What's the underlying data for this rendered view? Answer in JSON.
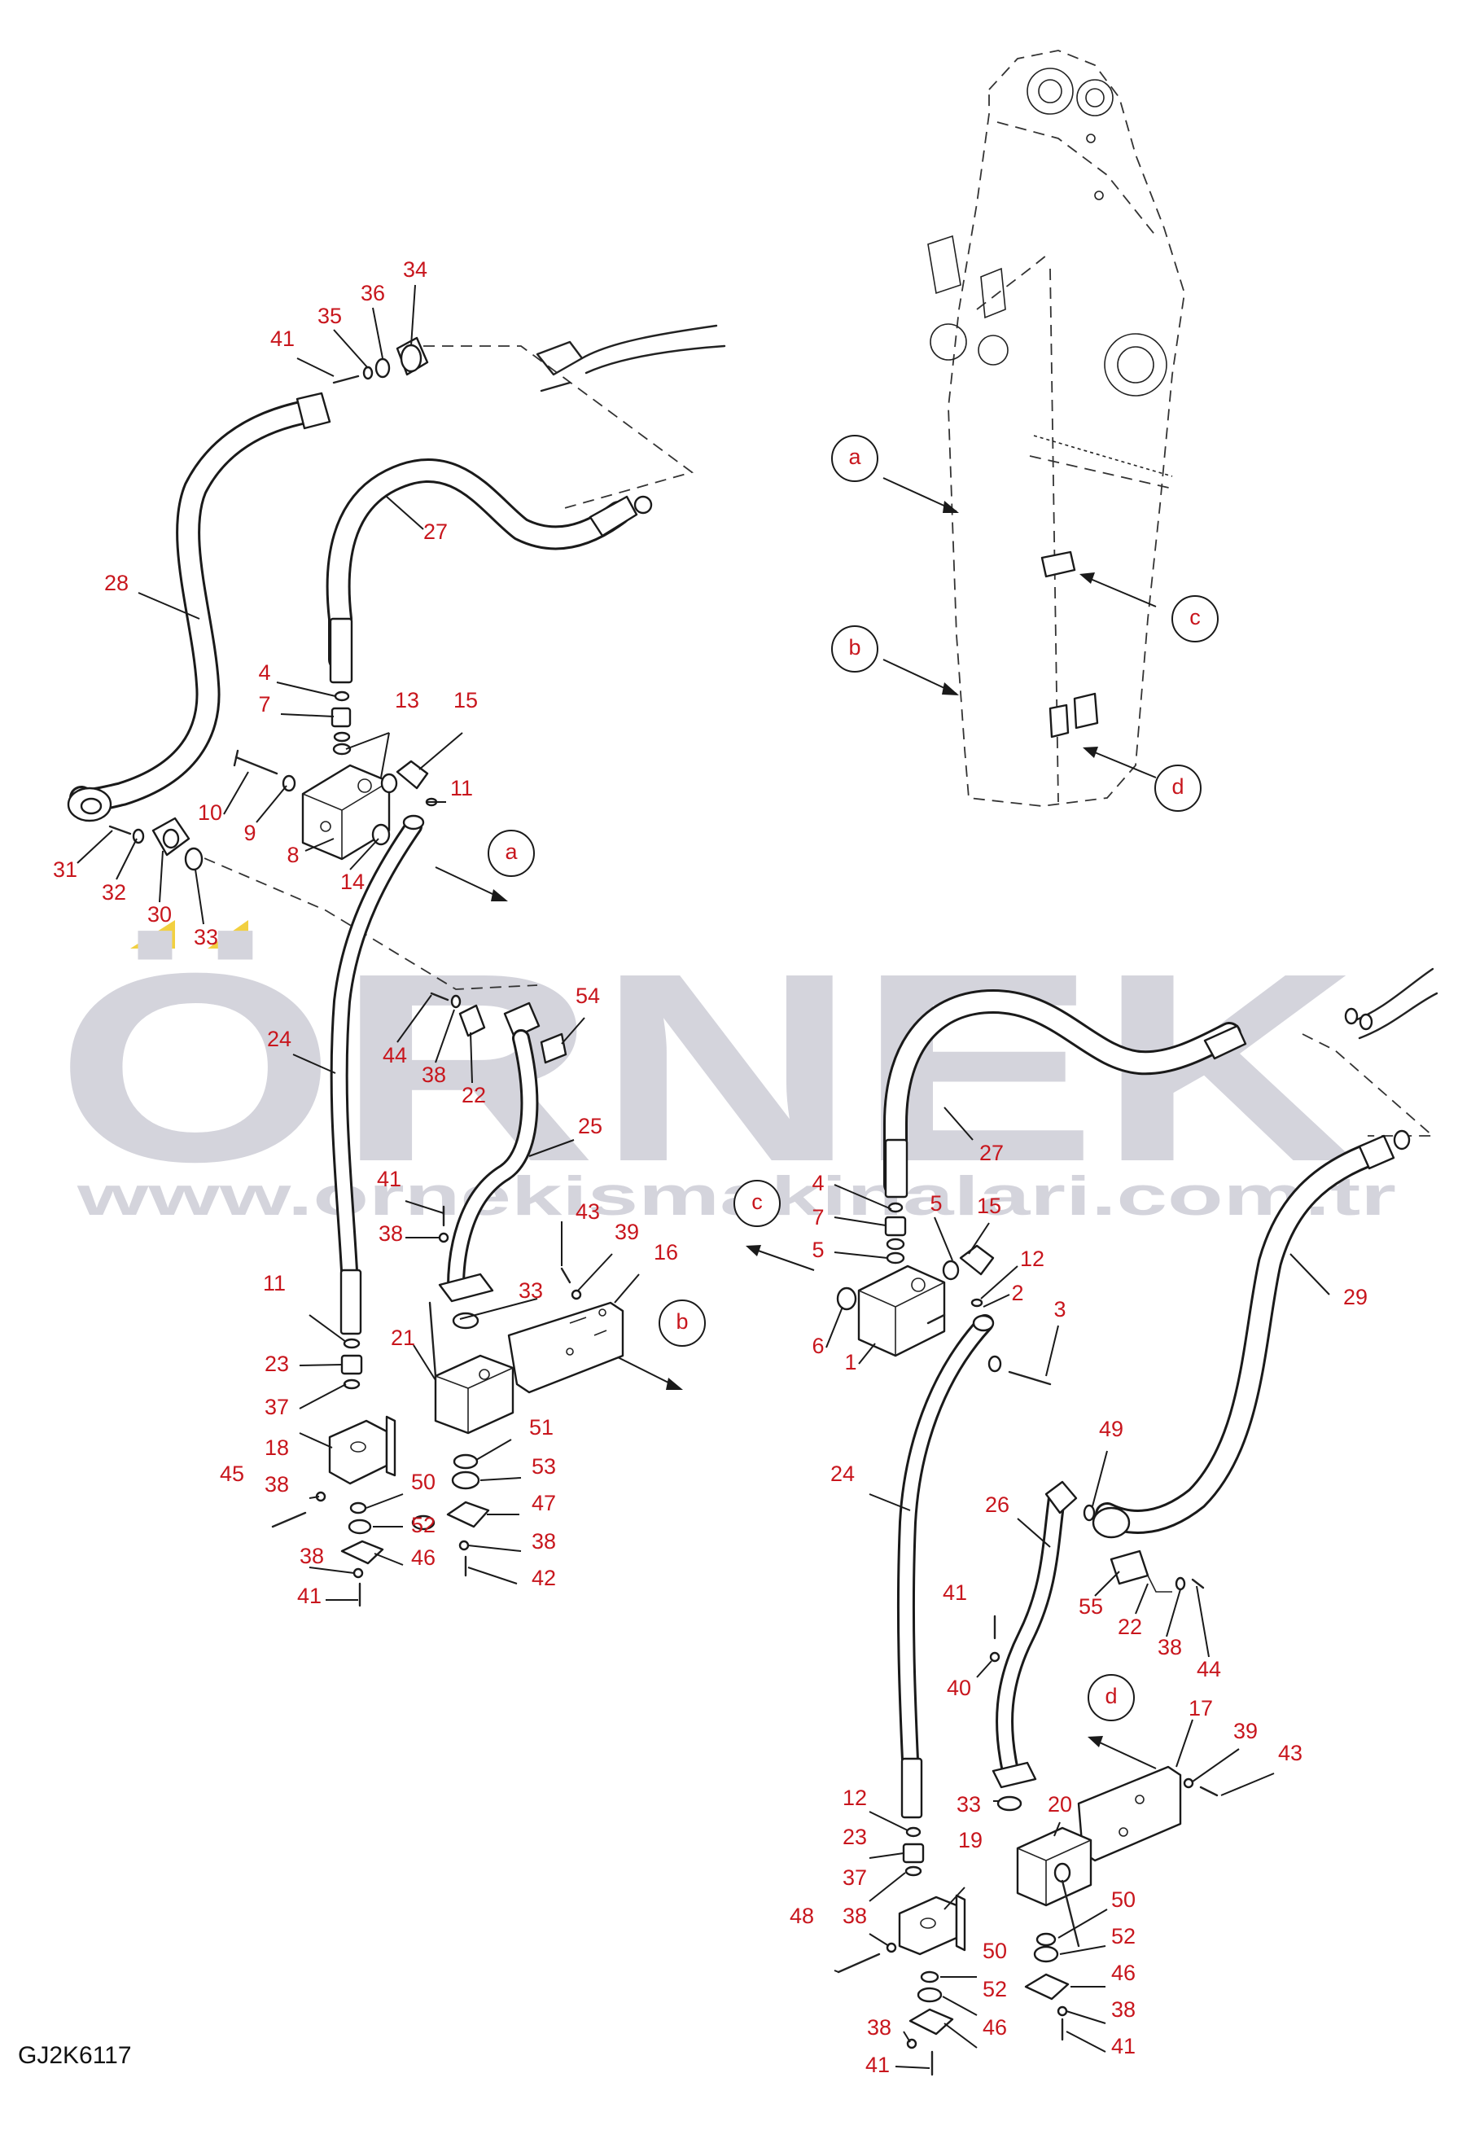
{
  "drawing_code": "GJ2K6117",
  "watermark": {
    "text": "ÖRNEK",
    "url": "www.ornekismakinalari.com.tr",
    "accent_color": "#f2d040",
    "text_color": "#d4d4dc"
  },
  "colors": {
    "label": "#c8161d",
    "line": "#1a1a1a"
  },
  "callouts": [
    "a",
    "b",
    "c",
    "d"
  ],
  "labels": {
    "l_41a": "41",
    "l_35": "35",
    "l_36": "36",
    "l_34": "34",
    "l_27a": "27",
    "l_28": "28",
    "l_4a": "4",
    "l_7a": "7",
    "l_13": "13",
    "l_15a": "15",
    "l_10": "10",
    "l_9": "9",
    "l_11a": "11",
    "l_8": "8",
    "l_14": "14",
    "l_31": "31",
    "l_32": "32",
    "l_30": "30",
    "l_33a": "33",
    "l_24a": "24",
    "l_54": "54",
    "l_44a": "44",
    "l_38a": "38",
    "l_22a": "22",
    "l_25": "25",
    "l_41b": "41",
    "l_38b": "38",
    "l_43a": "43",
    "l_39a": "39",
    "l_16": "16",
    "l_33b": "33",
    "l_11b": "11",
    "l_23a": "23",
    "l_37a": "37",
    "l_21": "21",
    "l_18": "18",
    "l_51": "51",
    "l_53": "53",
    "l_38c": "38",
    "l_45": "45",
    "l_50a": "50",
    "l_47": "47",
    "l_52a": "52",
    "l_38d": "38",
    "l_38e": "38",
    "l_46a": "46",
    "l_42": "42",
    "l_41c": "41",
    "l_27b": "27",
    "l_29": "29",
    "l_4b": "4",
    "l_7b": "7",
    "l_5a": "5",
    "l_15b": "15",
    "l_5b": "5",
    "l_12a": "12",
    "l_2": "2",
    "l_6": "6",
    "l_1": "1",
    "l_3": "3",
    "l_24b": "24",
    "l_49": "49",
    "l_26": "26",
    "l_41d": "41",
    "l_55": "55",
    "l_22b": "22",
    "l_38f": "38",
    "l_44b": "44",
    "l_40": "40",
    "l_17": "17",
    "l_39b": "39",
    "l_43b": "43",
    "l_12b": "12",
    "l_33c": "33",
    "l_20": "20",
    "l_23b": "23",
    "l_19": "19",
    "l_37b": "37",
    "l_48": "48",
    "l_38g": "38",
    "l_50b": "50",
    "l_52b": "52",
    "l_50c": "50",
    "l_46b": "46",
    "l_52c": "52",
    "l_38h": "38",
    "l_46c": "46",
    "l_38i": "38",
    "l_41e": "41",
    "l_41f": "41"
  }
}
